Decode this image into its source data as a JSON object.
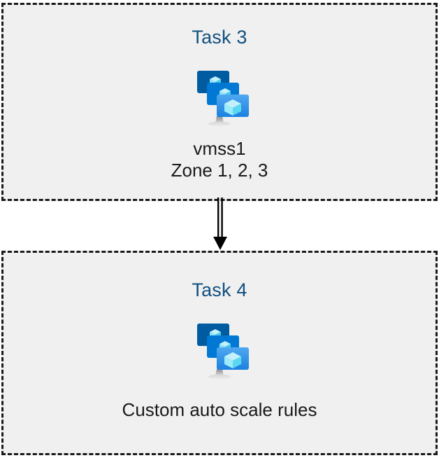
{
  "diagram": {
    "background_color": "#ffffff",
    "box_fill_color": "#f0f0f0",
    "box_border_color": "#1a1a1a",
    "title_color": "#11507f",
    "caption_color": "#1a1a1a",
    "nodes": [
      {
        "id": "task-3",
        "title": "Task 3",
        "icon": "virtual-machine-scale-set-icon",
        "caption": "vmss1\nZone 1, 2, 3"
      },
      {
        "id": "task-4",
        "title": "Task 4",
        "icon": "virtual-machine-scale-set-icon",
        "caption": "Custom auto scale rules"
      }
    ],
    "connector": {
      "from": "task-3",
      "to": "task-4",
      "style": "double-line-arrow",
      "color": "#000000",
      "icon": "arrow-down-icon"
    },
    "icon_palette": {
      "monitor_back": "#005BA1",
      "monitor_mid": "#0078D4",
      "monitor_front_top": "#50A8F0",
      "monitor_front_bottom": "#1B81E0",
      "cube_top": "#C3F1FB",
      "cube_left": "#9CEBFA",
      "cube_right": "#5BD7F2",
      "stand": "#B3B3B3"
    }
  }
}
